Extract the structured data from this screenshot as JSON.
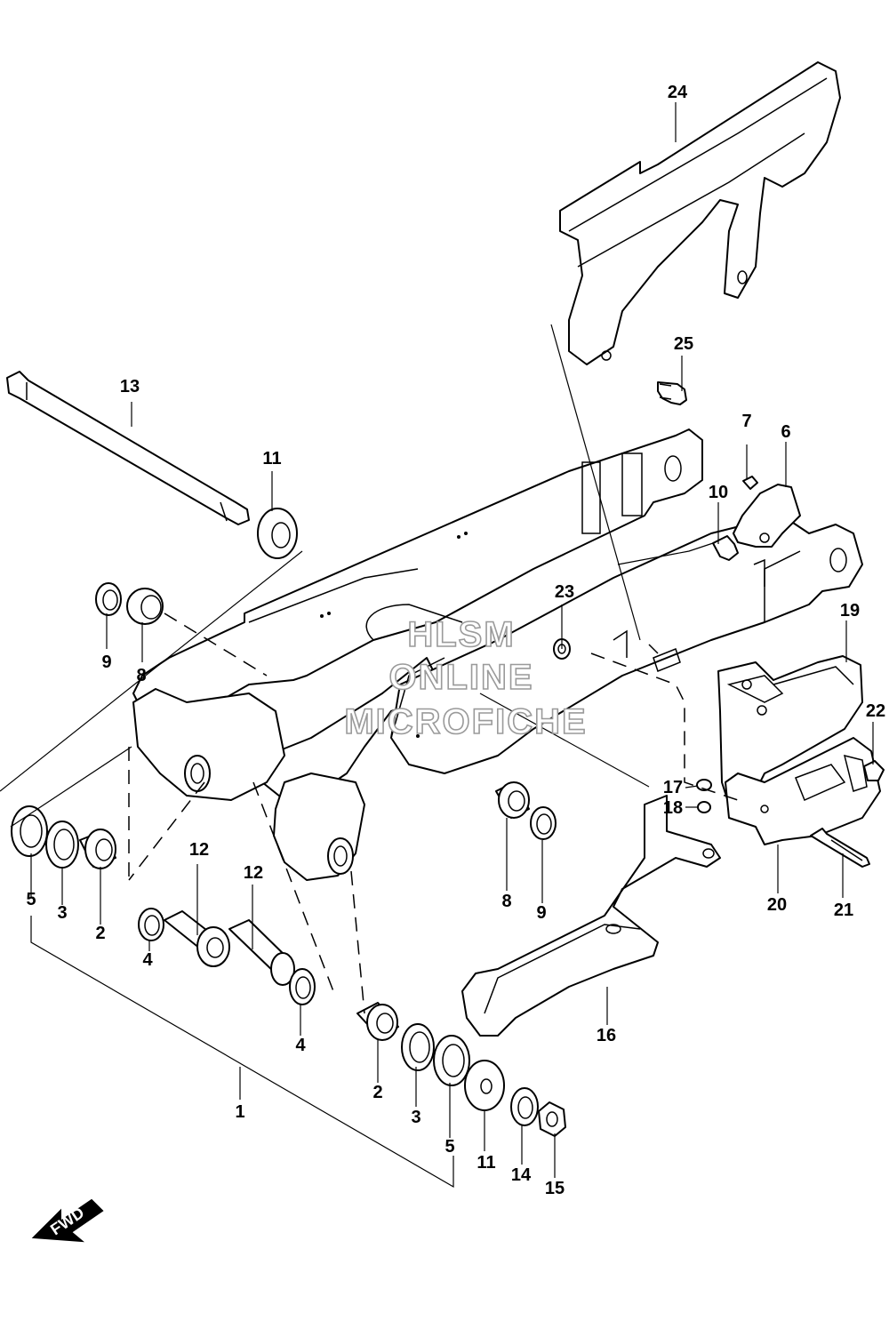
{
  "watermark": {
    "line1": "HLSM",
    "line2": "ONLINE",
    "line3": "MICROFICHE"
  },
  "fwd_label": "FWD",
  "callouts": {
    "c1": "1",
    "c2a": "2",
    "c2b": "2",
    "c3a": "3",
    "c3b": "3",
    "c4a": "4",
    "c4b": "4",
    "c5a": "5",
    "c5b": "5",
    "c6": "6",
    "c7": "7",
    "c8a": "8",
    "c8b": "8",
    "c9a": "9",
    "c9b": "9",
    "c10": "10",
    "c11a": "11",
    "c11b": "11",
    "c12a": "12",
    "c12b": "12",
    "c13": "13",
    "c14": "14",
    "c15": "15",
    "c16": "16",
    "c17": "17",
    "c18": "18",
    "c19": "19",
    "c20": "20",
    "c21": "21",
    "c22": "22",
    "c23": "23",
    "c24": "24",
    "c25": "25"
  }
}
